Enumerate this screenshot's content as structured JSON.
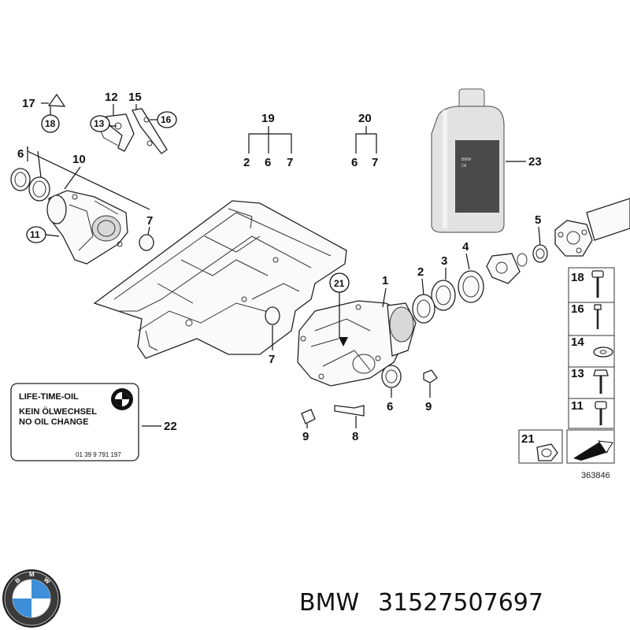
{
  "callouts": {
    "c1": "1",
    "c2": "2",
    "c3": "3",
    "c4": "4",
    "c5": "5",
    "c6a": "6",
    "c6b": "6",
    "c6c": "6",
    "c6d": "6",
    "c7a": "7",
    "c7b": "7",
    "c7c": "7",
    "c7d": "7",
    "c8": "8",
    "c9a": "9",
    "c9b": "9",
    "c10": "10",
    "c11": "11",
    "c12": "12",
    "c13": "13",
    "c15": "15",
    "c16": "16",
    "c17": "17",
    "c18": "18",
    "c19": "19",
    "c20": "20",
    "c2b": "2",
    "c21": "21",
    "c22": "22",
    "c23": "23"
  },
  "legend": {
    "rows": [
      "18",
      "16",
      "14",
      "13",
      "11"
    ],
    "bottom": "21"
  },
  "plate": {
    "line1": "LIFE-TIME-OIL",
    "line2": "KEIN ÖLWECHSEL",
    "line3": "NO OIL CHANGE",
    "code": "01 39 9 791 197"
  },
  "diagram_id": "363846",
  "footer": {
    "brand": "BMW",
    "part_number": "31527507697"
  }
}
